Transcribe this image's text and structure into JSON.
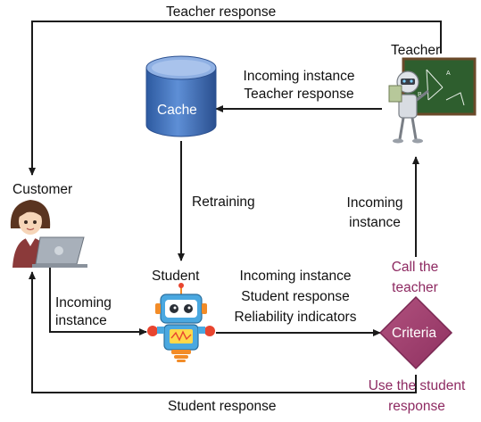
{
  "nodes": {
    "teacher": "Teacher",
    "customer": "Customer",
    "student": "Student",
    "cache": "Cache",
    "criteria": "Criteria"
  },
  "edges": {
    "teacher_to_customer": "Teacher response",
    "teacher_to_cache_line1": "Incoming instance",
    "teacher_to_cache_line2": "Teacher response",
    "cache_to_student": "Retraining",
    "criteria_to_teacher_line1": "Incoming",
    "criteria_to_teacher_line2": "instance",
    "customer_to_student_line1": "Incoming",
    "customer_to_student_line2": "instance",
    "student_to_criteria_line1": "Incoming instance",
    "student_to_criteria_line2": "Student response",
    "student_to_criteria_line3": "Reliability indicators",
    "call_teacher_line1": "Call the",
    "call_teacher_line2": "teacher",
    "use_student_line1": "Use the student",
    "use_student_line2": "response",
    "student_to_customer": "Student response"
  },
  "colors": {
    "arrow": "#1a1a1a",
    "cache_fill": "#3f6fb7",
    "criteria_fill": "#a3416f",
    "criteria_label": "#8e2a62",
    "board": "#2e5e2e"
  },
  "icons": {
    "teacher": "robot-teacher-icon",
    "customer": "customer-laptop-icon",
    "student": "robot-student-icon",
    "cache": "database-cylinder-icon"
  }
}
